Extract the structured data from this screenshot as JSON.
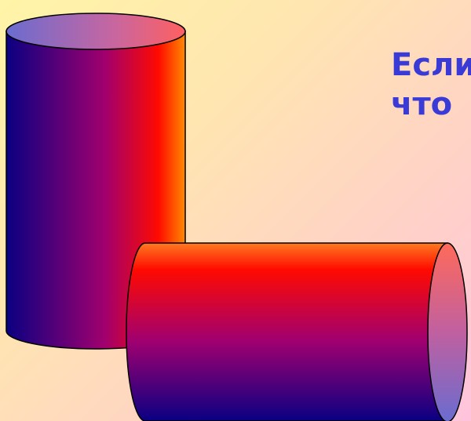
{
  "slide": {
    "text_lines": [
      "Если",
      "что"
    ]
  },
  "colors": {
    "text": "#3a3ad6",
    "cylinder_blue": "#0a0082",
    "cylinder_red": "#ff0a00",
    "cylinder_orange": "#ff8a00",
    "cylinder_cap_lavender": "#7a6cd0",
    "outline": "#000000"
  },
  "shapes": {
    "upright_cylinder": "standing-cylinder",
    "lying_cylinder": "horizontal-cylinder"
  }
}
